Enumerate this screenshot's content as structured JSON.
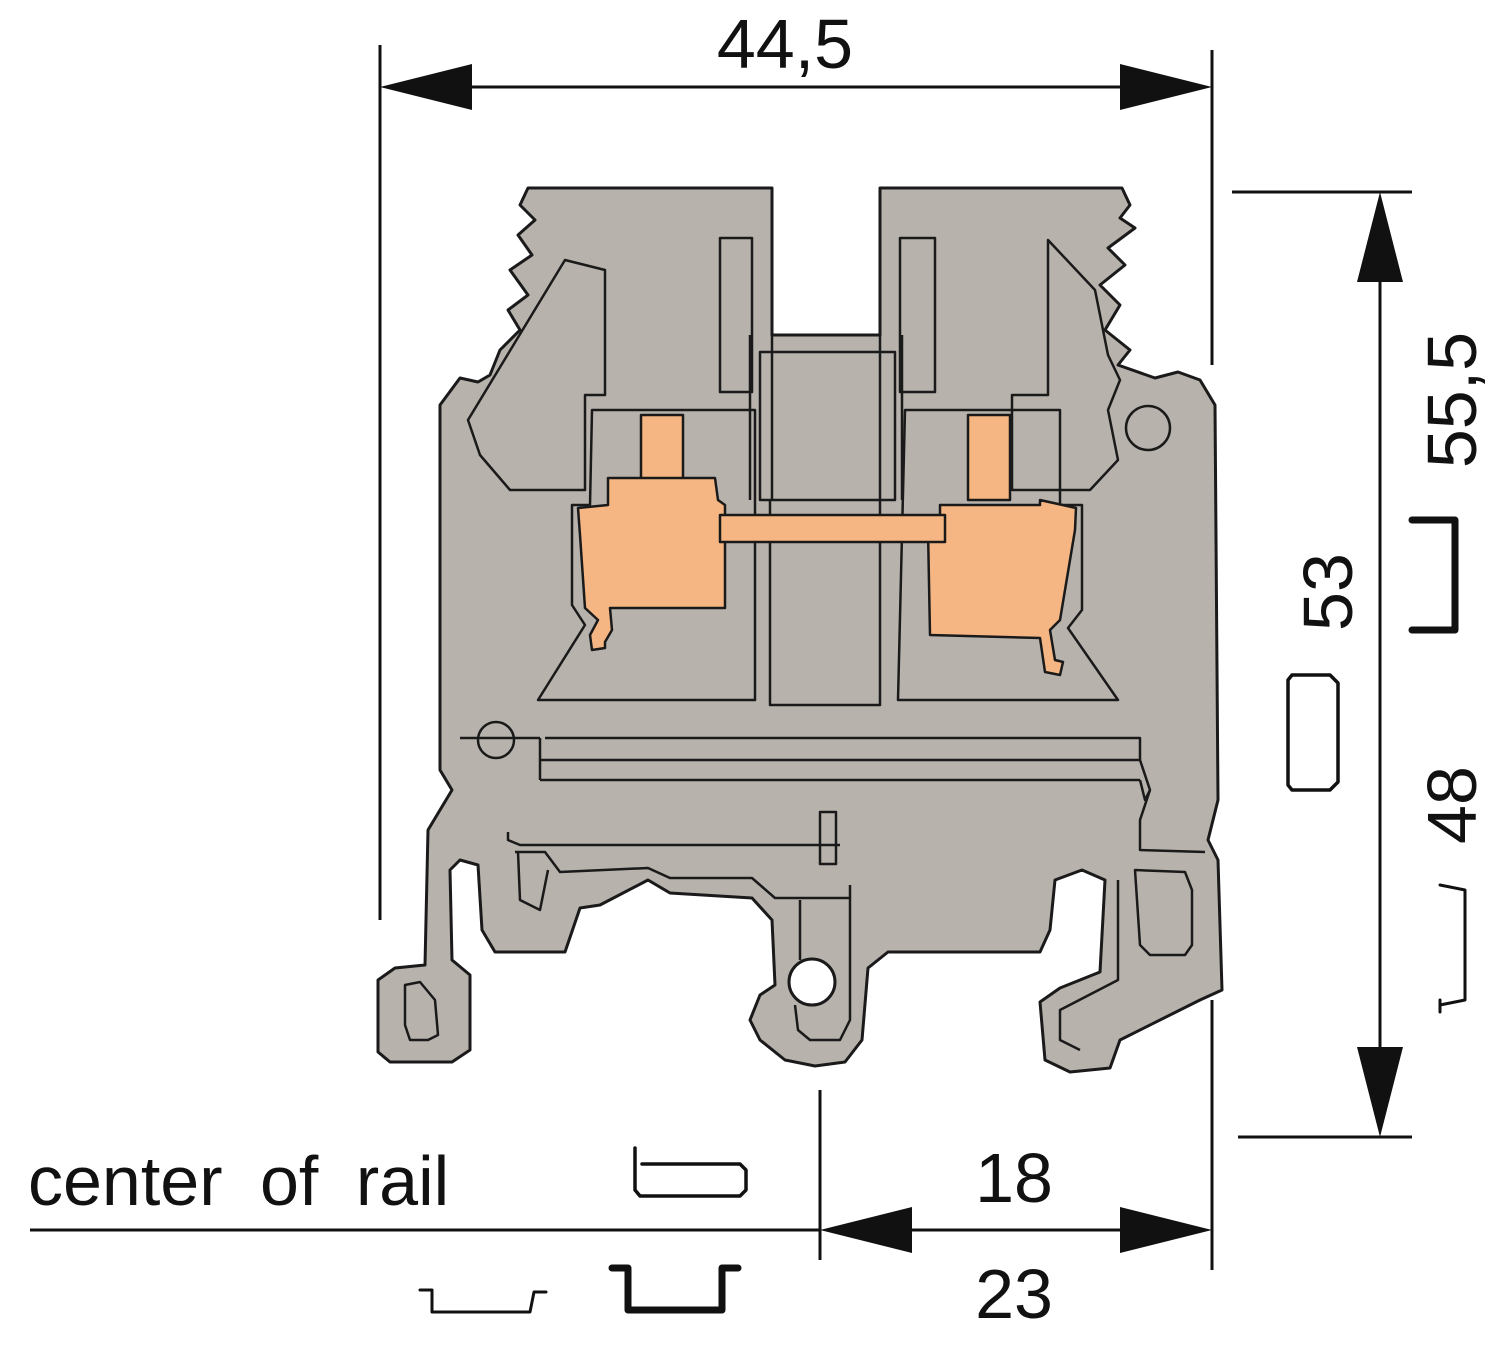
{
  "dimensions": {
    "overall_width": "44,5",
    "height_a": "55,5",
    "height_b": "53",
    "height_c": "48",
    "offset_a": "18",
    "offset_b": "23"
  },
  "labels": {
    "center_of_rail": "center of rail"
  },
  "colors": {
    "housing": "#b8b2ad",
    "clamp": "#f6b683",
    "outline": "#1a1a1a"
  },
  "icons": [
    "rail-profile-c-icon",
    "rail-profile-hat-icon",
    "rail-profile-shallow-icon"
  ]
}
